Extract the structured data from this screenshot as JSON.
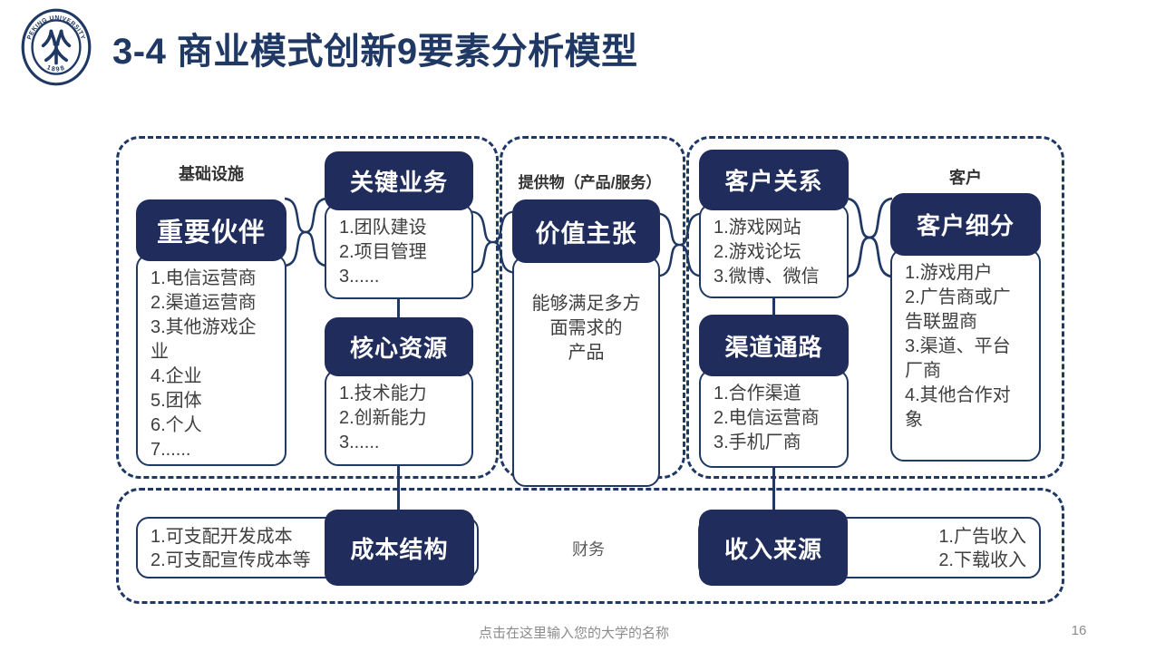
{
  "title": "3-4 商业模式创新9要素分析模型",
  "logo": {
    "arc_text": "PEKING UNIVERSITY",
    "year": "1898"
  },
  "colors": {
    "navy_fill": "#1F2C5C",
    "navy_border": "#203864",
    "title_navy": "#1F3864",
    "body_text": "#3F3F3F",
    "section_label": "#333333",
    "finance_label": "#595959",
    "footer_gray": "#8C8C8C"
  },
  "sections": {
    "infrastructure": {
      "label": "基础设施"
    },
    "offering": {
      "label": "提供物（产品/服务）"
    },
    "customer": {
      "label": "客户"
    },
    "finance": {
      "label": "财务"
    }
  },
  "cards": {
    "partners": {
      "title": "重要伙伴",
      "items": [
        "1.电信运营商",
        "2.渠道运营商",
        "3.其他游戏企业",
        "4.企业",
        "5.团体",
        "6.个人",
        "7......"
      ]
    },
    "activities": {
      "title": "关键业务",
      "items": [
        "1.团队建设",
        "2.项目管理",
        "3......"
      ]
    },
    "resources": {
      "title": "核心资源",
      "items": [
        "1.技术能力",
        "2.创新能力",
        "3......"
      ]
    },
    "value": {
      "title": "价值主张",
      "body": "能够满足多方\n面需求的\n产品"
    },
    "relations": {
      "title": "客户关系",
      "items": [
        "1.游戏网站",
        "2.游戏论坛",
        "3.微博、微信"
      ]
    },
    "channels": {
      "title": "渠道通路",
      "items": [
        "1.合作渠道",
        "2.电信运营商",
        "3.手机厂商"
      ]
    },
    "segments": {
      "title": "客户细分",
      "items": [
        "1.游戏用户",
        "2.广告商或广告联盟商",
        "3.渠道、平台厂商",
        "4.其他合作对象"
      ]
    },
    "cost": {
      "title": "成本结构",
      "items": [
        "1.可支配开发成本",
        "2.可支配宣传成本等"
      ]
    },
    "revenue": {
      "title": "收入来源",
      "items": [
        "1.广告收入",
        "2.下载收入"
      ]
    }
  },
  "footer": {
    "text": "点击在这里输入您的大学的名称",
    "page_number": "16"
  }
}
